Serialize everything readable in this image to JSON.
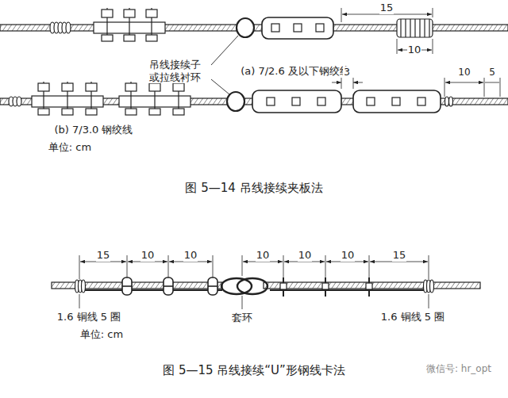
{
  "diagram": {
    "labels": [
      "15",
      "10",
      "吊线接续子 或拉线衬环",
      "(a) 7/2.6 及以下钢绞线",
      "3",
      "10",
      "5",
      "(b) 7/3.0 钢绞线",
      "单位: cm",
      "图 5—14 吊线接续夹板法",
      "15",
      "10",
      "10",
      "10",
      "10",
      "10",
      "15",
      "1.6 铜线 5 圈",
      "套环",
      "1.6 铜线 5 圈",
      "单位: cm",
      "图 5—15 吊线接续“U”形钢线卡法",
      "微信号: hr_opt"
    ]
  }
}
